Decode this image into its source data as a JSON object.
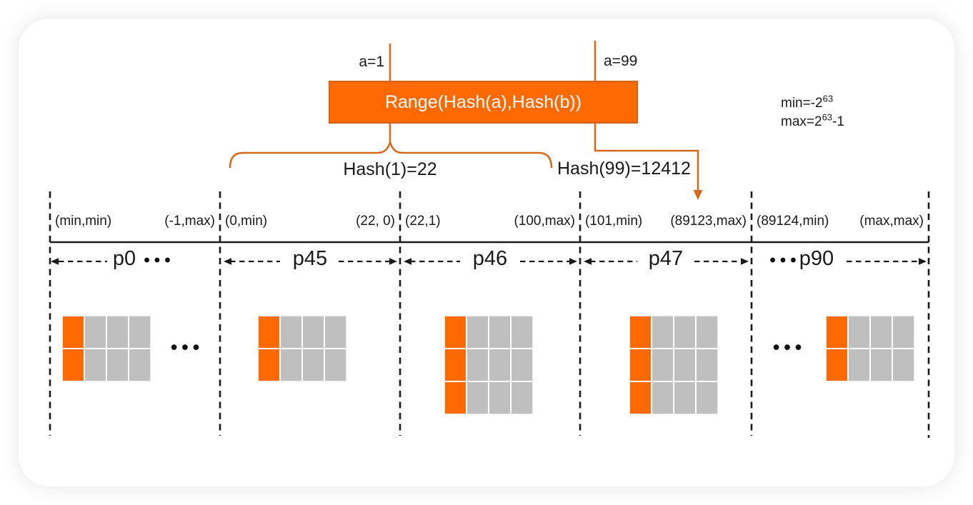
{
  "colors": {
    "accent": "#FF6A00",
    "connector": "#D2691E",
    "cell_gray": "#BFBFBF",
    "ink": "#1A1A1A"
  },
  "flow": {
    "input_a1": "a=1",
    "input_a99": "a=99",
    "range_function": "Range(Hash(a),Hash(b))",
    "hash_a1_result": "Hash(1)=22",
    "hash_a99_result": "Hash(99)=12412",
    "legend": {
      "min_base": "min=-2",
      "min_exp": "63",
      "max_base": "max=2",
      "max_exp": "63",
      "max_suffix": "-1"
    }
  },
  "ellipsis": "•••",
  "partitions": [
    {
      "name": "p0",
      "range_start": "(min,min)",
      "range_end": "(-1,max)",
      "table_rows": 2
    },
    {
      "name": "p45",
      "range_start": "(0,min)",
      "range_end": "(22, 0)",
      "table_rows": 2
    },
    {
      "name": "p46",
      "range_start": "(22,1)",
      "range_end": "(100,max)",
      "table_rows": 3
    },
    {
      "name": "p47",
      "range_start": "(101,min)",
      "range_end": "(89123,max)",
      "table_rows": 3
    },
    {
      "name": "p90",
      "range_start": "(89124,min)",
      "range_end": "(max,max)",
      "table_rows": 2
    }
  ]
}
